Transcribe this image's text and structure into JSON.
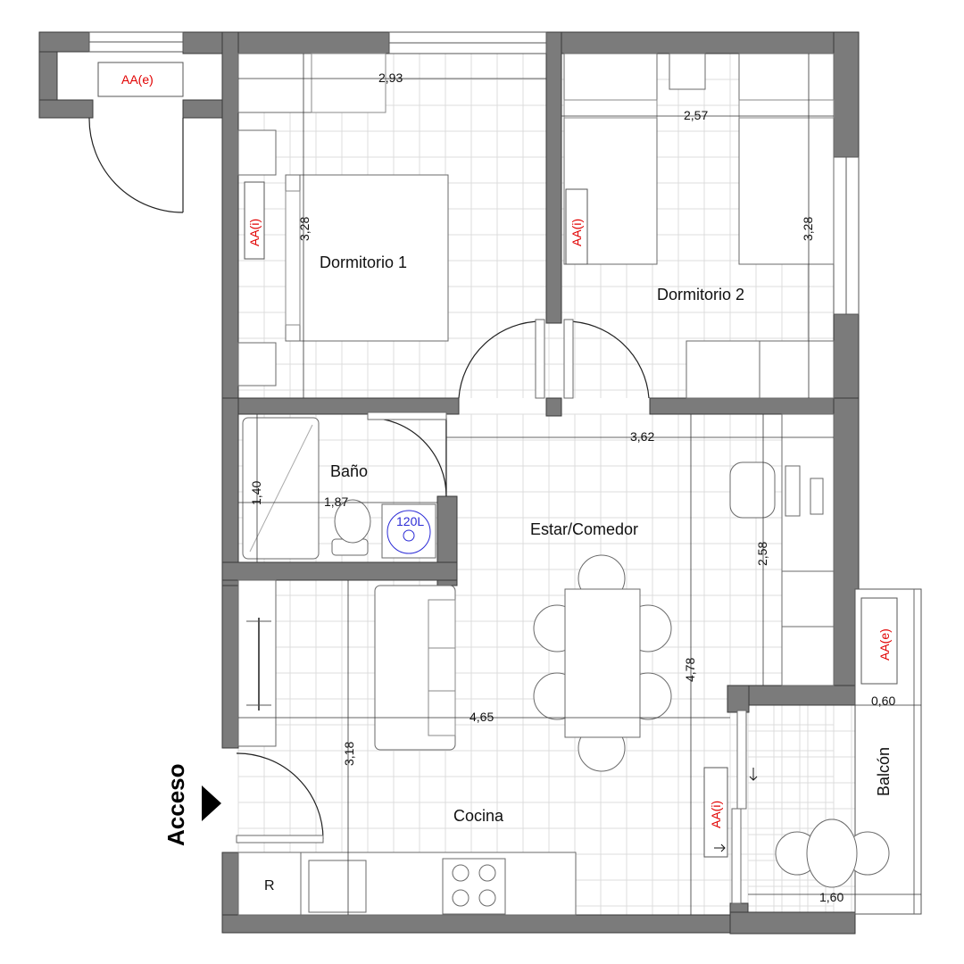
{
  "rooms": {
    "dormitorio1": "Dormitorio 1",
    "dormitorio2": "Dormitorio 2",
    "bano": "Baño",
    "estar": "Estar/Comedor",
    "cocina": "Cocina",
    "balcon": "Balcón",
    "fridge": "R"
  },
  "access": {
    "label": "Acceso"
  },
  "ac_units": {
    "exterior_top": "AA(e)",
    "dorm1_interior": "AA(i)",
    "dorm2_interior": "AA(i)",
    "balcony_exterior": "AA(e)",
    "living_interior": "AA(i)"
  },
  "water_heater": {
    "label": "120L"
  },
  "dimensions": {
    "dorm1_width": "2,93",
    "dorm1_depth": "3,28",
    "dorm2_width": "2,57",
    "dorm2_depth": "3,28",
    "hall_width": "3,62",
    "bath_depth": "1,40",
    "bath_width": "1,87",
    "living_depth_side": "2,58",
    "living_depth": "4,78",
    "living_width": "4,65",
    "kitchen_depth": "3,18",
    "balcony_offset": "0,60",
    "balcony_width": "1,60"
  },
  "colors": {
    "wall": "#7b7b7b",
    "ac_text": "#e10000",
    "heater_text": "#2b2bd6"
  }
}
